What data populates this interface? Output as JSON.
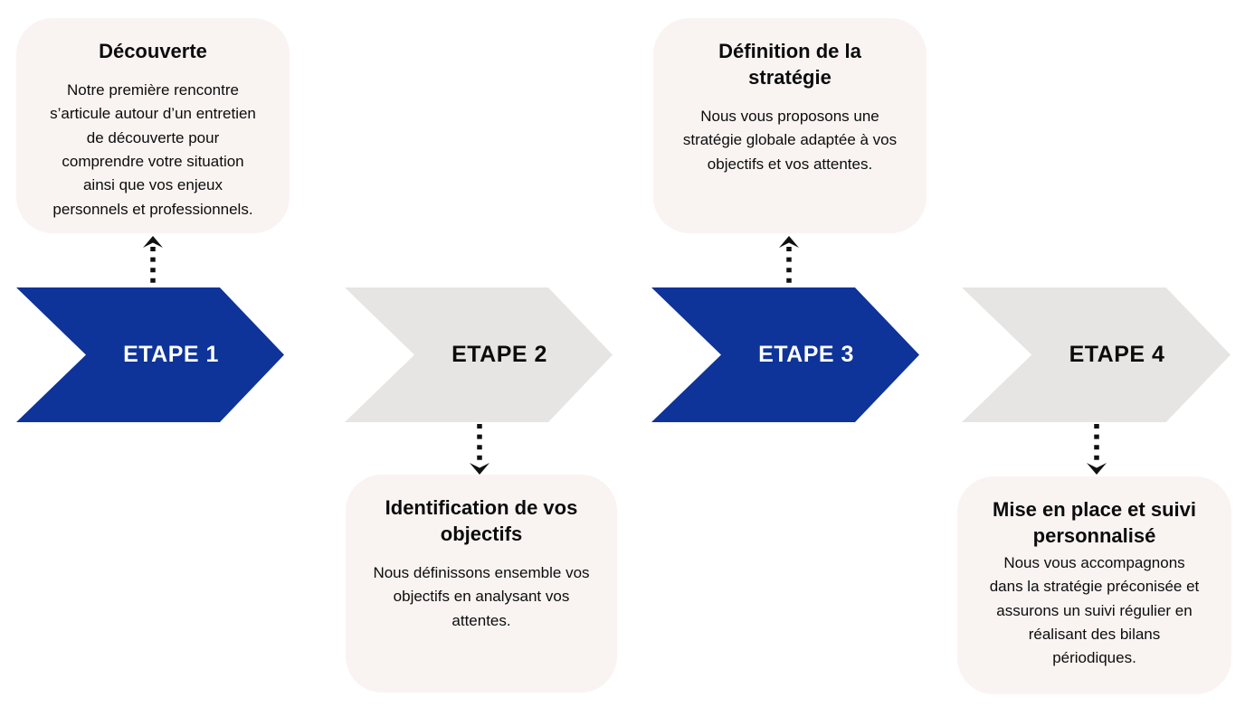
{
  "colors": {
    "step_active": "#0e3399",
    "step_inactive": "#e6e5e4",
    "card_bg": "#f9f4f2",
    "text": "#0c0c0c",
    "arrow": "#111111"
  },
  "icons": {
    "up_arrow": "dotted-arrow-up",
    "down_arrow": "dotted-arrow-down"
  },
  "steps": [
    {
      "label": "ETAPE 1",
      "active": true,
      "card_position": "top",
      "card": {
        "title": "Découverte",
        "body": "Notre première rencontre\ns’articule autour d’un entretien\nde découverte pour\ncomprendre votre situation\nainsi que vos enjeux\npersonnels et professionnels."
      }
    },
    {
      "label": "ETAPE 2",
      "active": false,
      "card_position": "bottom",
      "card": {
        "title": "Identification de vos\nobjectifs",
        "body": "Nous définissons ensemble vos\nobjectifs en analysant vos\nattentes."
      }
    },
    {
      "label": "ETAPE 3",
      "active": true,
      "card_position": "top",
      "card": {
        "title": "Définition de la\nstratégie",
        "body": "Nous vous proposons une\nstratégie globale adaptée à vos\nobjectifs et vos attentes."
      }
    },
    {
      "label": "ETAPE 4",
      "active": false,
      "card_position": "bottom",
      "card": {
        "title": "Mise en place et suivi\npersonnalisé",
        "body": "Nous vous accompagnons\ndans la stratégie préconisée et\nassurons un suivi régulier en\nréalisant des bilans\npériodiques."
      }
    }
  ]
}
